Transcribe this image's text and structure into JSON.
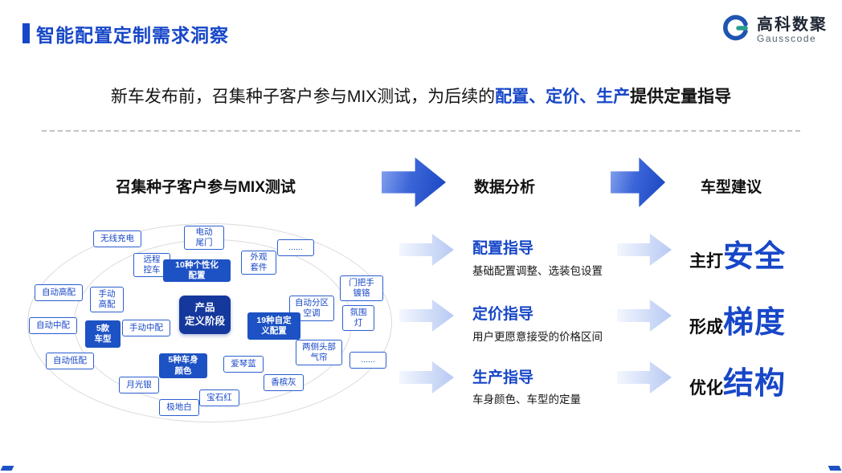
{
  "slide": {
    "title": "智能配置定制需求洞察",
    "logo": {
      "name": "高科数聚",
      "subtitle": "Gausscode"
    },
    "subtitle": {
      "pre": "新车发布前，召集种子客户参与MIX测试，为后续的",
      "highlight": "配置、定价、生产",
      "post": "提供定量指导"
    }
  },
  "flow": {
    "step1_title": "召集种子客户参与MIX测试",
    "step2_title": "数据分析",
    "step3_title": "车型建议"
  },
  "diagram": {
    "center_label": "产品\n定义阶段",
    "bubbles": [
      {
        "label": "无线充电"
      },
      {
        "label": "电动\n尾门"
      },
      {
        "label": "远程\n控车"
      },
      {
        "label": "10种个性化\n配置"
      },
      {
        "label": "外观\n套件"
      },
      {
        "label": "......"
      },
      {
        "label": "自动高配"
      },
      {
        "label": "手动\n高配"
      },
      {
        "label": "自动中配"
      },
      {
        "label": "手动中配"
      },
      {
        "label": "5款\n车型"
      },
      {
        "label": "自动低配"
      },
      {
        "label": "门把手\n镀铬"
      },
      {
        "label": "自动分区\n空调"
      },
      {
        "label": "氛围\n灯"
      },
      {
        "label": "19种自定\n义配置"
      },
      {
        "label": "两侧头部\n气帘"
      },
      {
        "label": "......"
      },
      {
        "label": "5种车身\n颜色"
      },
      {
        "label": "爱琴蓝"
      },
      {
        "label": "香槟灰"
      },
      {
        "label": "月光银"
      },
      {
        "label": "极地白"
      },
      {
        "label": "宝石红"
      }
    ]
  },
  "analysis": [
    {
      "title": "配置指导",
      "desc": "基础配置调整、选装包设置"
    },
    {
      "title": "定价指导",
      "desc": "用户更愿意接受的价格区间"
    },
    {
      "title": "生产指导",
      "desc": "车身颜色、车型的定量"
    }
  ],
  "suggestions": [
    {
      "prefix": "主打",
      "keyword": "安全"
    },
    {
      "prefix": "形成",
      "keyword": "梯度"
    },
    {
      "prefix": "优化",
      "keyword": "结构"
    }
  ]
}
